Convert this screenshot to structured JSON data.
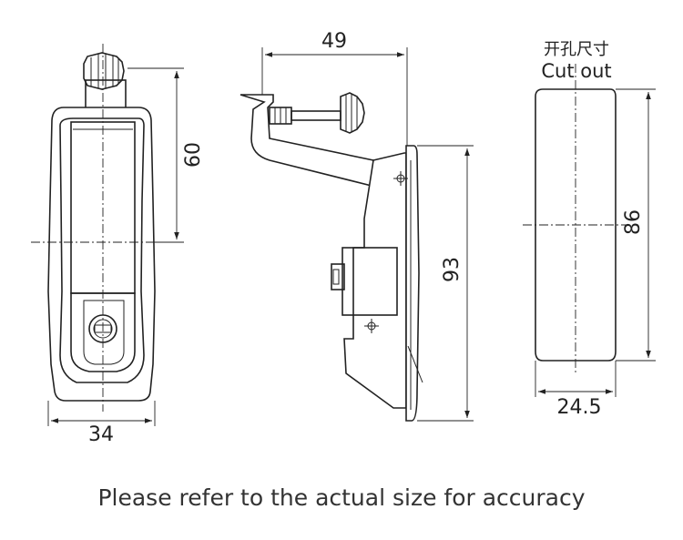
{
  "dimensions": {
    "front_width": "34",
    "front_height": "60",
    "side_depth": "49",
    "side_height": "93",
    "cutout_height": "86",
    "cutout_width": "24.5"
  },
  "cutout": {
    "label_cn": "开孔尺寸",
    "label_en": "Cut out"
  },
  "caption": "Please refer to the actual size for accuracy"
}
